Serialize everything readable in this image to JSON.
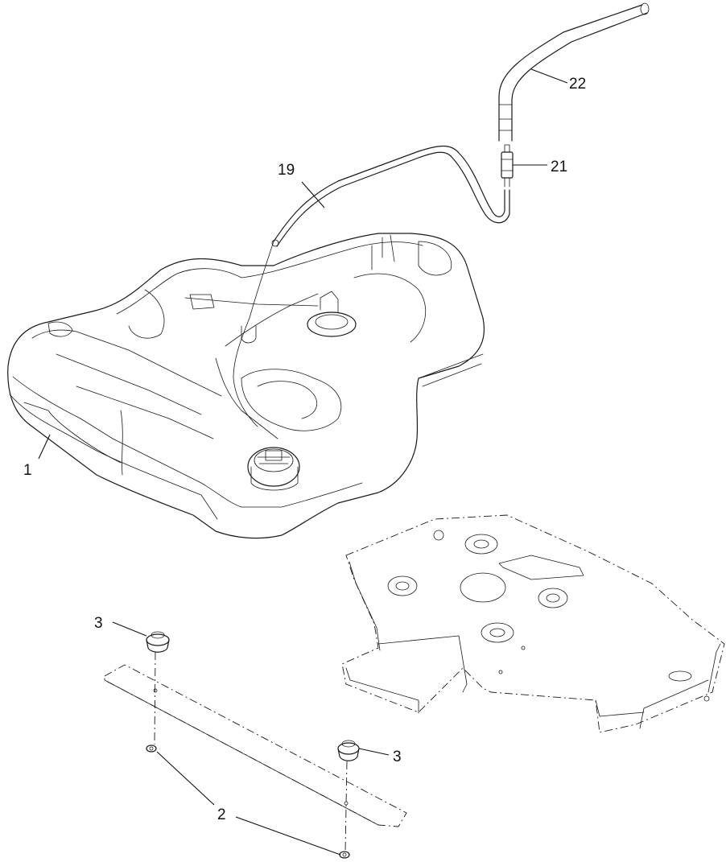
{
  "diagram": {
    "type": "exploded-parts-diagram",
    "callouts": [
      {
        "id": "callout-1",
        "label": "1"
      },
      {
        "id": "callout-2",
        "label": "2"
      },
      {
        "id": "callout-3-left",
        "label": "3"
      },
      {
        "id": "callout-3-right",
        "label": "3"
      },
      {
        "id": "callout-19",
        "label": "19"
      },
      {
        "id": "callout-21",
        "label": "21"
      },
      {
        "id": "callout-22",
        "label": "22"
      }
    ],
    "parts": [
      "fuel-tank",
      "tank-mounting-plate",
      "support-strap",
      "fuel-hose",
      "hose-connector",
      "vent-hose",
      "rubber-bumper",
      "mounting-nut"
    ]
  }
}
